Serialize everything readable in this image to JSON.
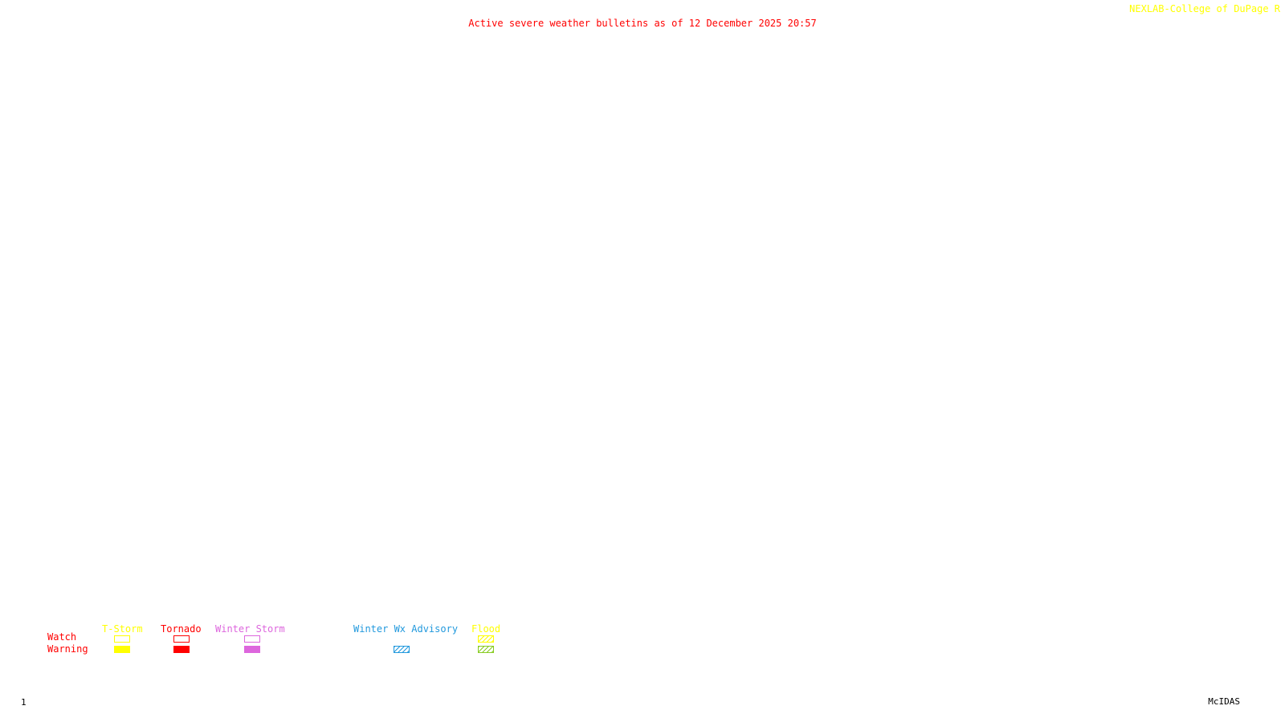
{
  "header": {
    "title": "Active severe weather bulletins as of 12 December 2025 20:57",
    "credit": "NEXLAB-College of DuPage R"
  },
  "footer": {
    "frame_number": "1",
    "software": "McIDAS"
  },
  "legend": {
    "row_labels": {
      "watch": "Watch",
      "warning": "Warning"
    },
    "categories": [
      {
        "key": "tstorm",
        "label": "T-Storm",
        "color": "#ffff00",
        "watch": "outline",
        "warning": "filled"
      },
      {
        "key": "tornado",
        "label": "Tornado",
        "color": "#ff0000",
        "watch": "outline",
        "warning": "filled"
      },
      {
        "key": "winter-storm",
        "label": "Winter Storm",
        "color": "#dd66dd",
        "watch": "outline",
        "warning": "filled"
      },
      {
        "key": "winter-wx-advisory",
        "label": "Winter Wx Advisory",
        "color": "#2299dd",
        "watch": "none",
        "warning": "hatched"
      },
      {
        "key": "flood",
        "label": "Flood",
        "color": "#ffff00",
        "watch": "hatched",
        "warning": "hatched",
        "warning_color": "#88cc22"
      }
    ]
  },
  "colors": {
    "title": "#ff0000",
    "credit": "#ffff00",
    "row_labels": "#ff0000",
    "footer": "#000000",
    "background": "#ffffff"
  }
}
